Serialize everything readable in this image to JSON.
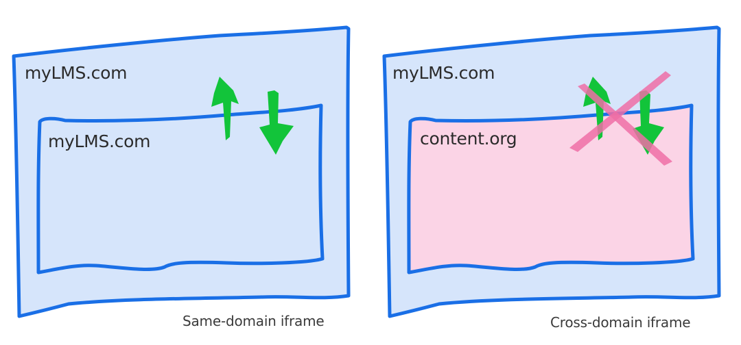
{
  "colors": {
    "frame_stroke": "#1a6fe6",
    "outer_fill": "#d6e5fb",
    "inner_fill_same": "#d6e5fb",
    "inner_fill_cross": "#fbd4e6",
    "arrow_green": "#12c43a",
    "cross_pink": "#ee6fa6"
  },
  "panels": [
    {
      "title": "Same-domain iframe",
      "outer_domain": "myLMS.com",
      "inner_domain": "myLMS.com",
      "communication": "allowed",
      "icons": [
        "arrow-up-icon",
        "arrow-down-icon"
      ]
    },
    {
      "title": "Cross-domain iframe",
      "outer_domain": "myLMS.com",
      "inner_domain": "content.org",
      "communication": "blocked",
      "icons": [
        "arrow-up-icon",
        "arrow-down-icon",
        "cross-out-icon"
      ]
    }
  ]
}
